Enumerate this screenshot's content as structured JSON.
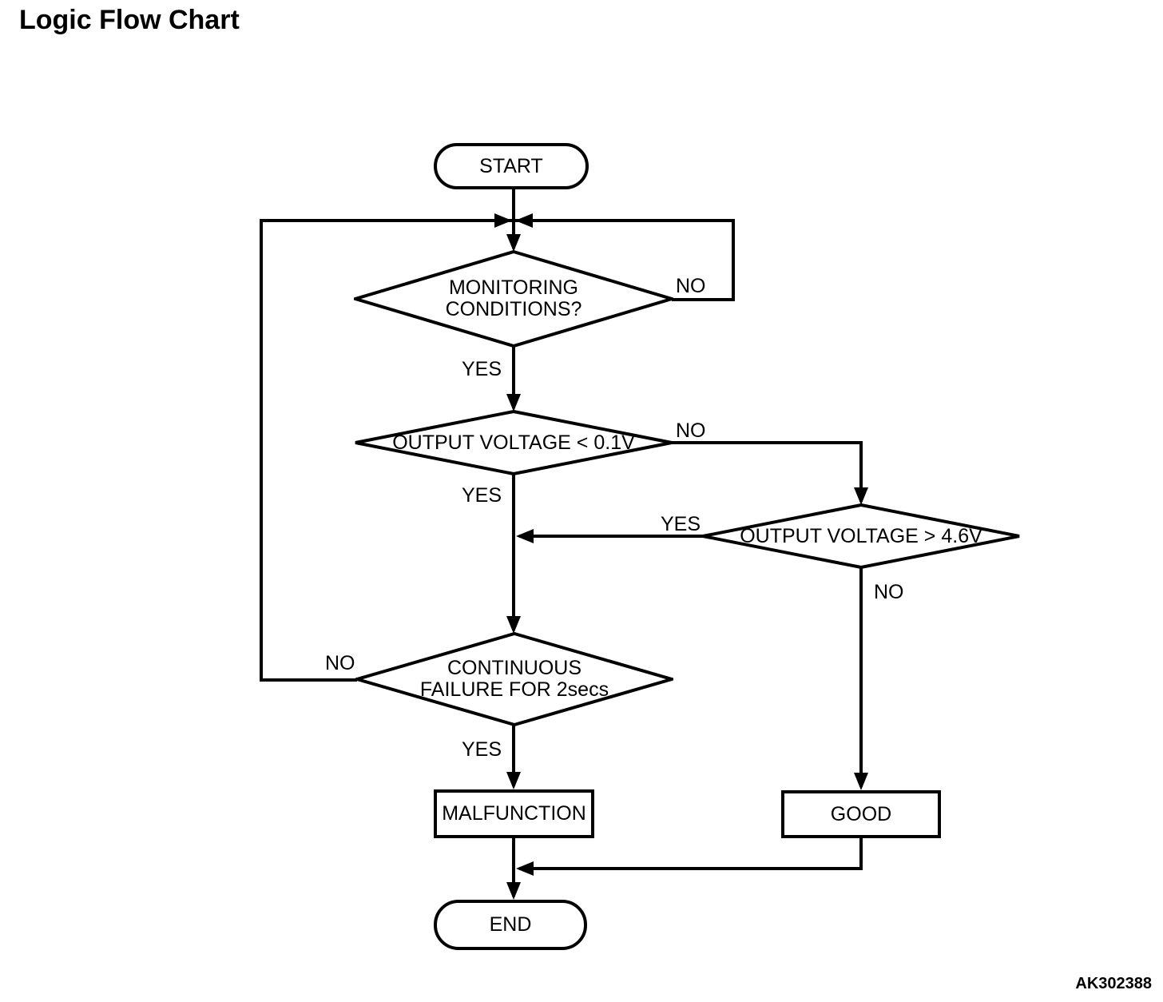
{
  "title": "Logic Flow Chart",
  "figure_code": "AK302388",
  "colors": {
    "line": "#000000",
    "background": "#ffffff",
    "text": "#000000"
  },
  "nodes": {
    "start": {
      "label": "START",
      "shape": "terminator"
    },
    "monitoring": {
      "line1": "MONITORING",
      "line2": "CONDITIONS?",
      "shape": "decision"
    },
    "output_low": {
      "label": "OUTPUT VOLTAGE < 0.1V",
      "shape": "decision"
    },
    "output_high": {
      "label": "OUTPUT VOLTAGE > 4.6V",
      "shape": "decision"
    },
    "continuous": {
      "line1": "CONTINUOUS",
      "line2": "FAILURE FOR 2secs",
      "shape": "decision"
    },
    "malfunction": {
      "label": "MALFUNCTION",
      "shape": "process"
    },
    "good": {
      "label": "GOOD",
      "shape": "process"
    },
    "end": {
      "label": "END",
      "shape": "terminator"
    }
  },
  "edges": {
    "start_to_monitoring": {
      "from": "start",
      "to": "monitoring",
      "label": ""
    },
    "monitoring_no": {
      "from": "monitoring",
      "to": "loop-junction-top",
      "label": "NO"
    },
    "monitoring_yes": {
      "from": "monitoring",
      "to": "output_low",
      "label": "YES"
    },
    "output_low_no": {
      "from": "output_low",
      "to": "output_high",
      "label": "NO"
    },
    "output_low_yes": {
      "from": "output_low",
      "to": "continuous",
      "label": "YES"
    },
    "output_high_yes": {
      "from": "output_high",
      "to": "continuous",
      "label": "YES"
    },
    "output_high_no": {
      "from": "output_high",
      "to": "good",
      "label": "NO"
    },
    "continuous_no": {
      "from": "continuous",
      "to": "loop-junction-top",
      "label": "NO"
    },
    "continuous_yes": {
      "from": "continuous",
      "to": "malfunction",
      "label": "YES"
    },
    "malfunction_to_end": {
      "from": "malfunction",
      "to": "end",
      "label": ""
    },
    "good_to_end": {
      "from": "good",
      "to": "end",
      "label": ""
    }
  }
}
